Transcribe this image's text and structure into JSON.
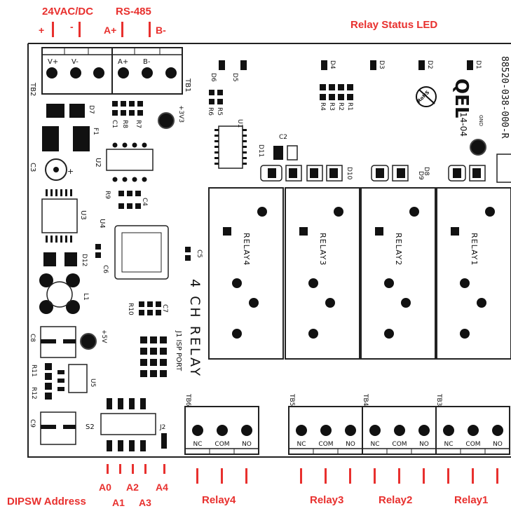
{
  "annotations": {
    "power": "24VAC/DC",
    "power_plus": "+",
    "power_minus": "-",
    "rs485": "RS-485",
    "rs485_a": "A+",
    "rs485_b": "B-",
    "relay_led": "Relay Status LED",
    "dipsw": "DIPSW Address",
    "a0": "A0",
    "a1": "A1",
    "a2": "A2",
    "a3": "A3",
    "a4": "A4",
    "relay4": "Relay4",
    "relay3": "Relay3",
    "relay2": "Relay2",
    "relay1": "Relay1"
  },
  "board": {
    "tb2": "TB2",
    "tb1": "TB1",
    "tb2_pins": [
      "V+",
      "V-"
    ],
    "tb1_pins": [
      "A+",
      "B-"
    ],
    "leds": [
      "D6",
      "D5",
      "D4",
      "D3",
      "D2",
      "D1"
    ],
    "resistors_top": [
      "R4",
      "R3",
      "R2",
      "R1"
    ],
    "r6": "R6",
    "r5": "R5",
    "part_no": "88520-038-000-R",
    "brand": "QEL",
    "rohs": "RoHS",
    "date": "14-04",
    "gnd": "GND",
    "v33": "+3V3",
    "v5": "+5V",
    "u1": "U1",
    "u2": "U2",
    "u3": "U3",
    "u4": "U4",
    "u5": "U5",
    "c1": "C1",
    "c2": "C2",
    "c3": "C3",
    "c4": "C4",
    "c5": "C5",
    "c6": "C6",
    "c7": "C7",
    "c8": "C8",
    "c9": "C9",
    "r7": "R7",
    "r8": "R8",
    "r9": "R9",
    "r10": "R10",
    "r11": "R11",
    "r12": "R12",
    "d7": "D7",
    "d8": "D8",
    "d9": "D9",
    "d10": "D10",
    "d11": "D11",
    "d12": "D12",
    "f1": "F1",
    "l1": "L1",
    "s2": "S2",
    "j2": "J2",
    "j1": "J1 ISP PORT",
    "title": "4 CH RELAY",
    "relays": [
      "RELAY4",
      "RELAY3",
      "RELAY2",
      "RELAY1"
    ],
    "tb_relays": [
      "TB6",
      "TB5",
      "TB4",
      "TB3"
    ],
    "pins": [
      "NC",
      "COM",
      "NO"
    ]
  }
}
